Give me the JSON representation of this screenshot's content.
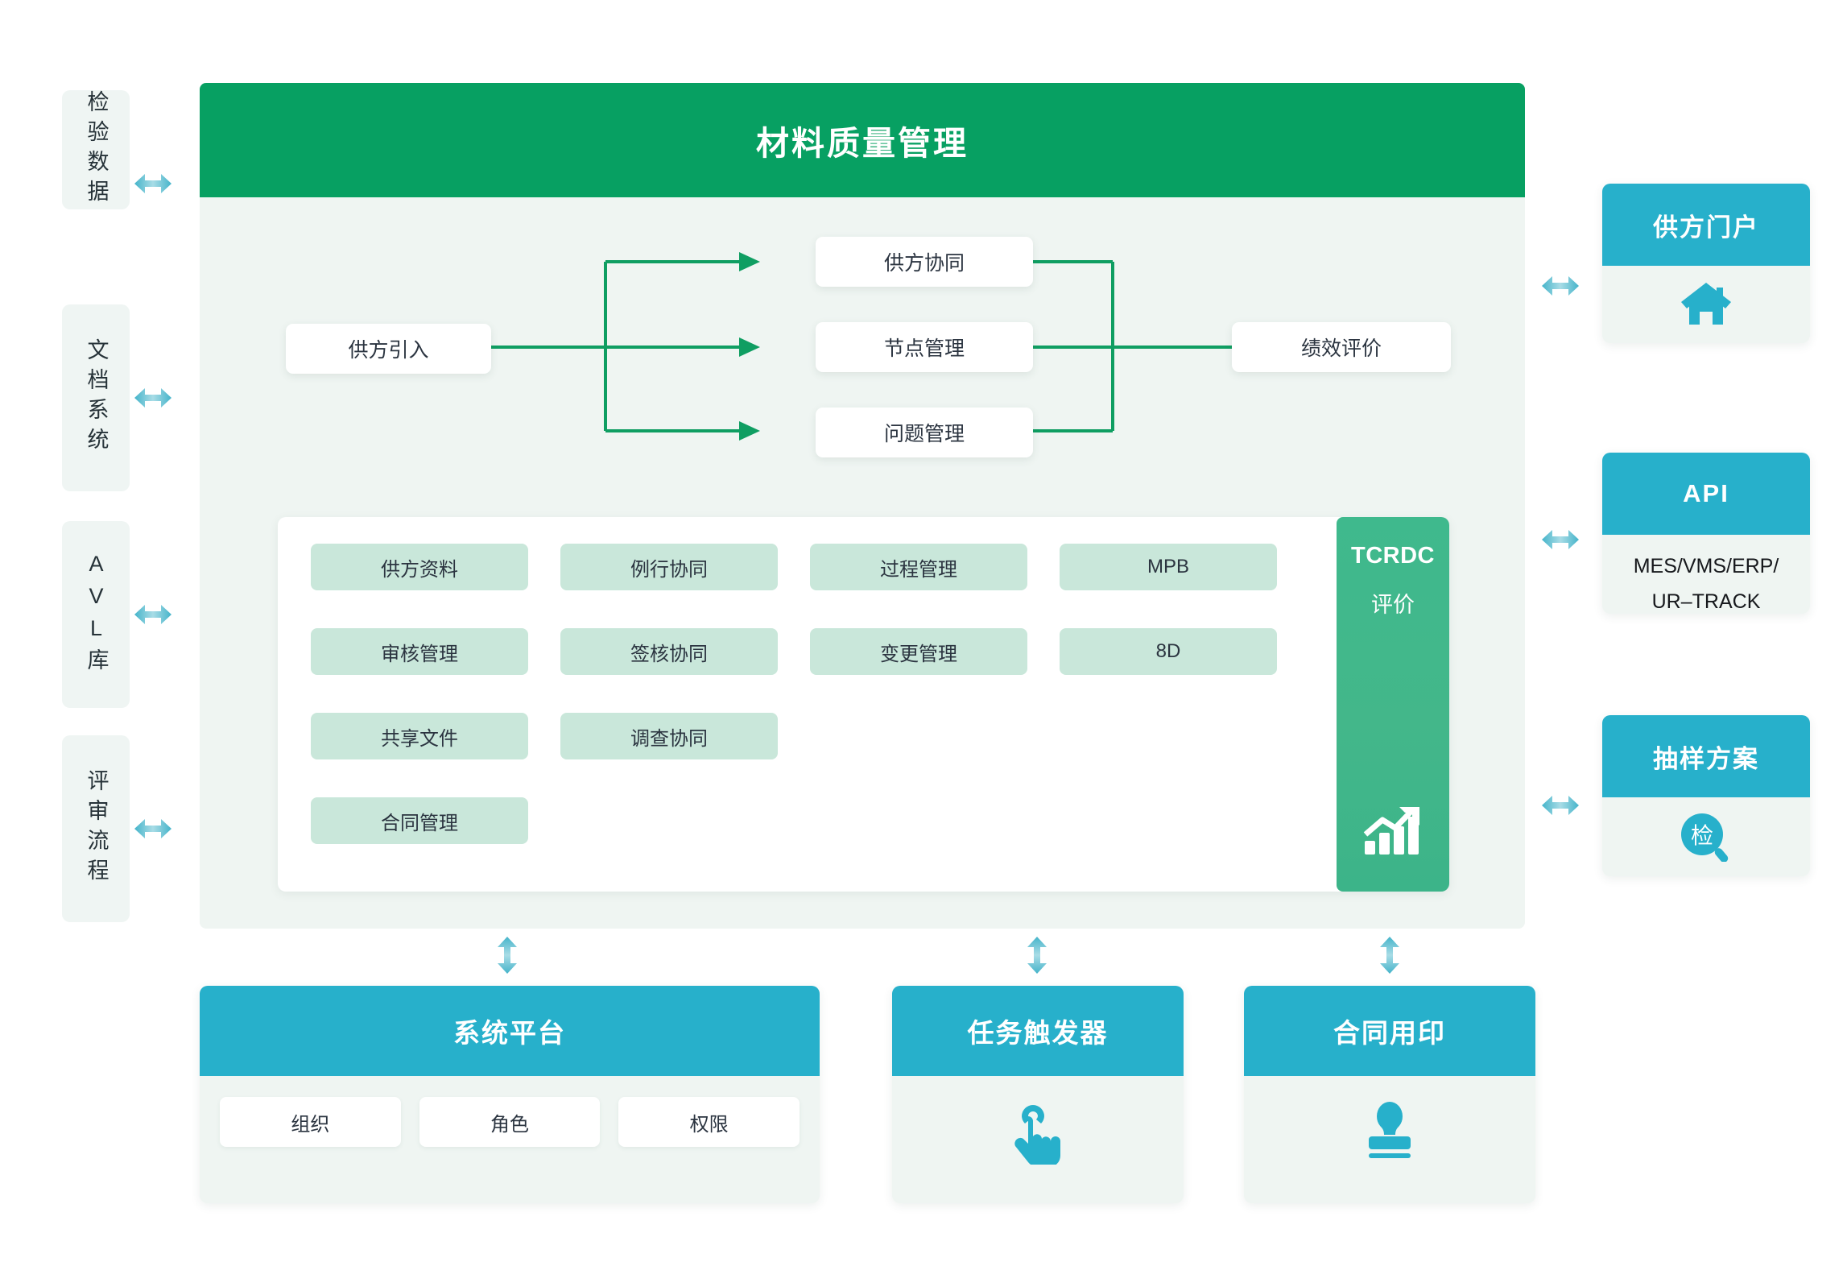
{
  "colors": {
    "header_green": "#07a062",
    "panel_bg": "#eff5f2",
    "chip_green": "#c9e7da",
    "teal": "#27b0cb",
    "tcrdc_green": "#3fb98d",
    "connector_green": "#0f9e62"
  },
  "sidebar": {
    "items": [
      {
        "label": "检验数据",
        "name": "inspection-data"
      },
      {
        "label": "文档系统",
        "name": "document-system"
      },
      {
        "label": "AVL库",
        "name": "avl-library"
      },
      {
        "label": "评审流程",
        "name": "review-process"
      }
    ]
  },
  "main": {
    "title": "材料质量管理",
    "flow": {
      "source": "供方引入",
      "middle": [
        "供方协同",
        "节点管理",
        "问题管理"
      ],
      "target": "绩效评价"
    },
    "modules": {
      "col1": [
        "供方资料",
        "审核管理",
        "共享文件",
        "合同管理"
      ],
      "col2": [
        "例行协同",
        "签核协同",
        "调查协同"
      ],
      "col3": [
        "过程管理",
        "变更管理"
      ],
      "col4": [
        "MPB",
        "8D"
      ]
    },
    "tcrdc": {
      "title": "TCRDC",
      "subtitle": "评价",
      "icon": "trending-up-bar-chart-icon"
    }
  },
  "right_panels": [
    {
      "title": "供方门户",
      "icon": "home-icon",
      "text": ""
    },
    {
      "title": "API",
      "icon": "",
      "text": "MES/VMS/ERP/\nUR–TRACK",
      "line1": "MES/VMS/ERP/",
      "line2": "UR–TRACK"
    },
    {
      "title": "抽样方案",
      "icon": "magnifier-inspect-icon",
      "icon_label": "检",
      "text": ""
    }
  ],
  "bottom_panels": [
    {
      "title": "系统平台",
      "chips": [
        "组织",
        "角色",
        "权限"
      ],
      "icon": ""
    },
    {
      "title": "任务触发器",
      "chips": [],
      "icon": "tap-gesture-icon"
    },
    {
      "title": "合同用印",
      "chips": [],
      "icon": "stamp-icon"
    }
  ]
}
